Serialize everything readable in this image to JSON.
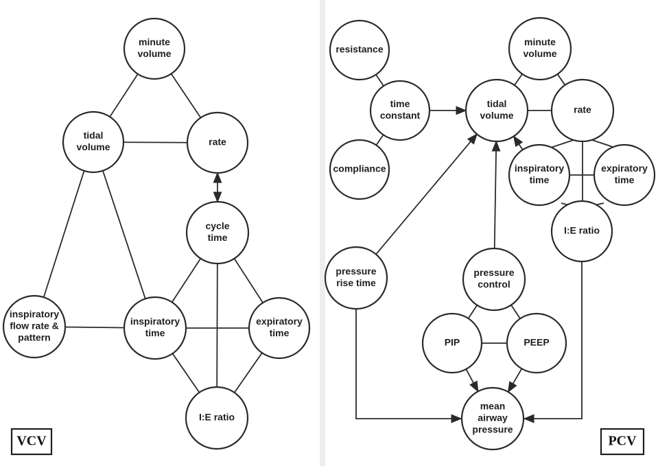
{
  "vcv": {
    "label": "VCV",
    "nodes": {
      "minute_volume": [
        "minute",
        "volume"
      ],
      "tidal_volume": [
        "tidal",
        "volume"
      ],
      "rate": [
        "rate"
      ],
      "cycle_time": [
        "cycle",
        "time"
      ],
      "inspiratory_flow": [
        "inspiratory",
        "flow rate &",
        "pattern"
      ],
      "inspiratory_time": [
        "inspiratory",
        "time"
      ],
      "expiratory_time": [
        "expiratory",
        "time"
      ],
      "ie_ratio": [
        "I:E ratio"
      ]
    }
  },
  "pcv": {
    "label": "PCV",
    "nodes": {
      "resistance": [
        "resistance"
      ],
      "time_constant": [
        "time",
        "constant"
      ],
      "compliance": [
        "compliance"
      ],
      "tidal_volume": [
        "tidal",
        "volume"
      ],
      "minute_volume": [
        "minute",
        "volume"
      ],
      "rate": [
        "rate"
      ],
      "inspiratory_time": [
        "inspiratory",
        "time"
      ],
      "expiratory_time": [
        "expiratory",
        "time"
      ],
      "ie_ratio": [
        "I:E ratio"
      ],
      "pressure_rise_time": [
        "pressure",
        "rise time"
      ],
      "pressure_control": [
        "pressure",
        "control"
      ],
      "pip": [
        "PIP"
      ],
      "peep": [
        "PEEP"
      ],
      "mean_airway_pressure": [
        "mean",
        "airway",
        "pressure"
      ]
    }
  }
}
